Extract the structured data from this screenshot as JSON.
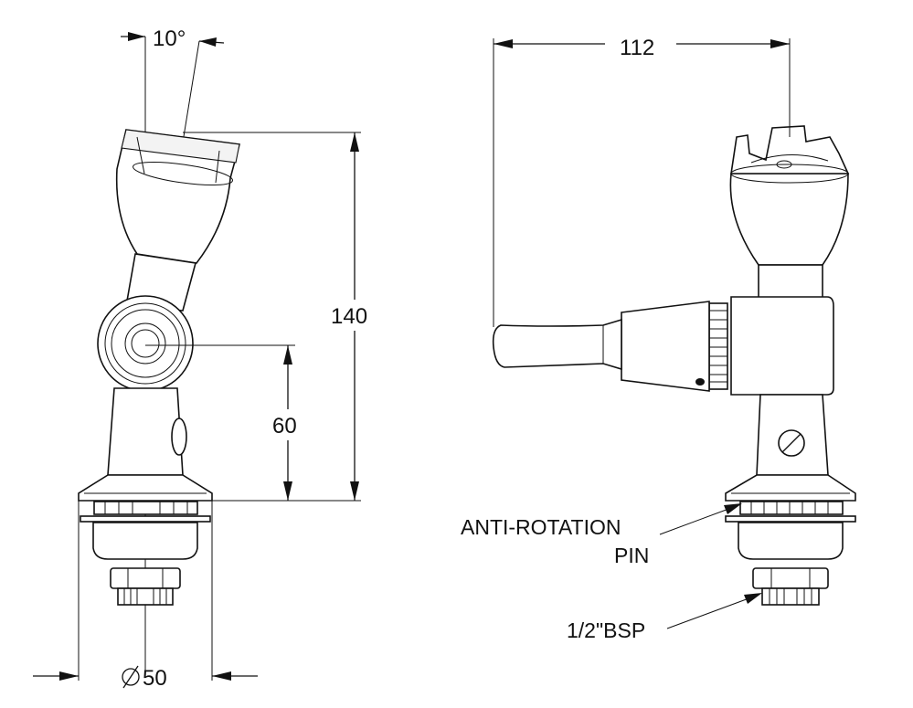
{
  "dimensions": {
    "angle": "10°",
    "height_total": "140",
    "height_axis": "60",
    "diameter": "50",
    "length": "112"
  },
  "labels": {
    "anti_rotation_line1": "ANTI-ROTATION",
    "anti_rotation_line2": "PIN",
    "thread": "1/2\"BSP"
  }
}
